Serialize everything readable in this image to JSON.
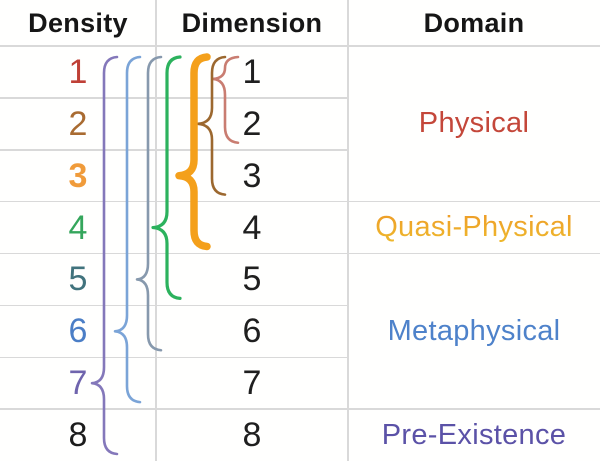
{
  "header": {
    "density": "Density",
    "dimension": "Dimension",
    "domain": "Domain"
  },
  "rows": [
    {
      "density": "1",
      "dimension": "1",
      "density_color": "#bf4036",
      "bold": false
    },
    {
      "density": "2",
      "dimension": "2",
      "density_color": "#a96b31",
      "bold": false
    },
    {
      "density": "3",
      "dimension": "3",
      "density_color": "#f09b3a",
      "bold": true
    },
    {
      "density": "4",
      "dimension": "4",
      "density_color": "#35a65c",
      "bold": false
    },
    {
      "density": "5",
      "dimension": "5",
      "density_color": "#41737d",
      "bold": false
    },
    {
      "density": "6",
      "dimension": "6",
      "density_color": "#4b7ec6",
      "bold": false
    },
    {
      "density": "7",
      "dimension": "7",
      "density_color": "#6f64ad",
      "bold": false
    },
    {
      "density": "8",
      "dimension": "8",
      "density_color": "#1c1c1c",
      "bold": false
    }
  ],
  "dimension_color": "#1f1f1f",
  "domains": [
    {
      "label": "Physical",
      "color": "#c4473a",
      "gradient": null,
      "row_start": 1,
      "row_end": 3
    },
    {
      "label": "Quasi-Physical",
      "color": "#efa02c",
      "gradient": [
        "#ee9226",
        "#eec42e"
      ],
      "row_start": 4,
      "row_end": 4
    },
    {
      "label": "Metaphysical",
      "color": "#4e82ca",
      "gradient": null,
      "row_start": 5,
      "row_end": 7
    },
    {
      "label": "Pre-Existence",
      "color": "#5b52a7",
      "gradient": null,
      "row_start": 8,
      "row_end": 8
    }
  ],
  "braces": [
    {
      "density": 1,
      "dim_start": 1,
      "dim_end": 2,
      "color": "#c97d71",
      "stroke": 2.6
    },
    {
      "density": 2,
      "dim_start": 1,
      "dim_end": 3,
      "color": "#9c682f",
      "stroke": 2.6
    },
    {
      "density": 3,
      "dim_start": 1,
      "dim_end": 4,
      "color": "#f4a01b",
      "stroke": 7.5
    },
    {
      "density": 4,
      "dim_start": 1,
      "dim_end": 5,
      "color": "#2cb25d",
      "stroke": 3.2
    },
    {
      "density": 5,
      "dim_start": 1,
      "dim_end": 6,
      "color": "#8799ad",
      "stroke": 2.6
    },
    {
      "density": 6,
      "dim_start": 1,
      "dim_end": 7,
      "color": "#7ba4d7",
      "stroke": 2.6
    },
    {
      "density": 7,
      "dim_start": 1,
      "dim_end": 8,
      "color": "#8478ba",
      "stroke": 2.6
    }
  ],
  "grid_color": "#d9d9d9"
}
